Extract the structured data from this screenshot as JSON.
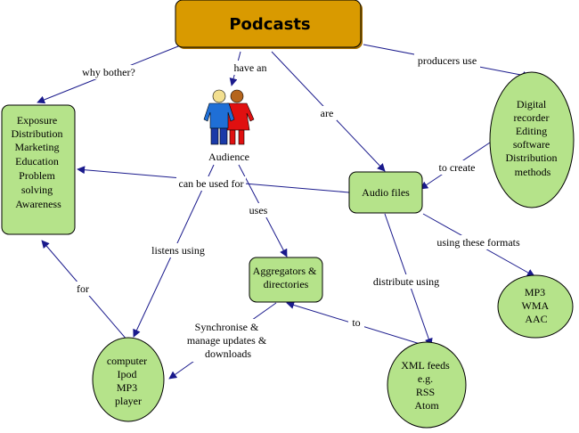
{
  "title": "Podcasts",
  "colors": {
    "title_fill": "#d99a00",
    "node_fill": "#b5e38a",
    "edge": "#1a1a8c",
    "border": "#000000"
  },
  "nodes": {
    "uses_list": [
      "Exposure",
      "Distribution",
      "Marketing",
      "Education",
      "Problem",
      "solving",
      "Awareness"
    ],
    "audience_label": "Audience",
    "audience_icon": "people-icon",
    "audio_files": "Audio files",
    "aggregators": [
      "Aggregators &",
      "directories"
    ],
    "producer_tools": [
      "Digital",
      "recorder",
      "Editing",
      "software",
      "Distribution",
      "methods"
    ],
    "formats": [
      "MP3",
      "WMA",
      "AAC"
    ],
    "players": [
      "computer",
      "Ipod",
      "MP3",
      "player"
    ],
    "feeds": [
      "XML feeds",
      "e.g.",
      "RSS",
      "Atom"
    ]
  },
  "links": {
    "why_bother": "why bother?",
    "have_an": "have an",
    "producers_use": "producers use",
    "are": "are",
    "to_create": "to create",
    "can_be_used_for": "can be used for",
    "uses": "uses",
    "listens_using": "listens using",
    "using_formats": "using these formats",
    "distribute_using": "distribute using",
    "for": "for",
    "to": "to",
    "synchronise": [
      "Synchronise &",
      "manage updates &",
      "downloads"
    ]
  }
}
